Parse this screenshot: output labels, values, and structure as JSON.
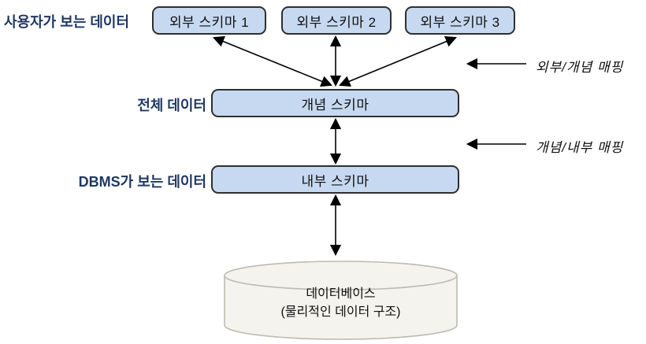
{
  "diagram": {
    "row_labels": {
      "user_view": "사용자가 보는 데이터",
      "all_data": "전체 데이터",
      "dbms_view": "DBMS가 보는 데이터"
    },
    "external_schemas": [
      {
        "label": "외부 스키마 1"
      },
      {
        "label": "외부 스키마 2"
      },
      {
        "label": "외부 스키마 3"
      }
    ],
    "conceptual_schema": {
      "label": "개념 스키마"
    },
    "internal_schema": {
      "label": "내부 스키마"
    },
    "database": {
      "name": "데이터베이스",
      "subtitle": "(물리적인 데이터 구조)"
    },
    "mappings": [
      {
        "label": "외부/개념 매핑"
      },
      {
        "label": "개념/내부 매핑"
      }
    ],
    "colors": {
      "box_fill": "#c6d9f1",
      "box_border": "#2f2f2f",
      "label_text": "#1f3864",
      "cylinder_fill": "#f4f3ee",
      "cylinder_border": "#bdbbb1",
      "arrow": "#000000"
    }
  }
}
